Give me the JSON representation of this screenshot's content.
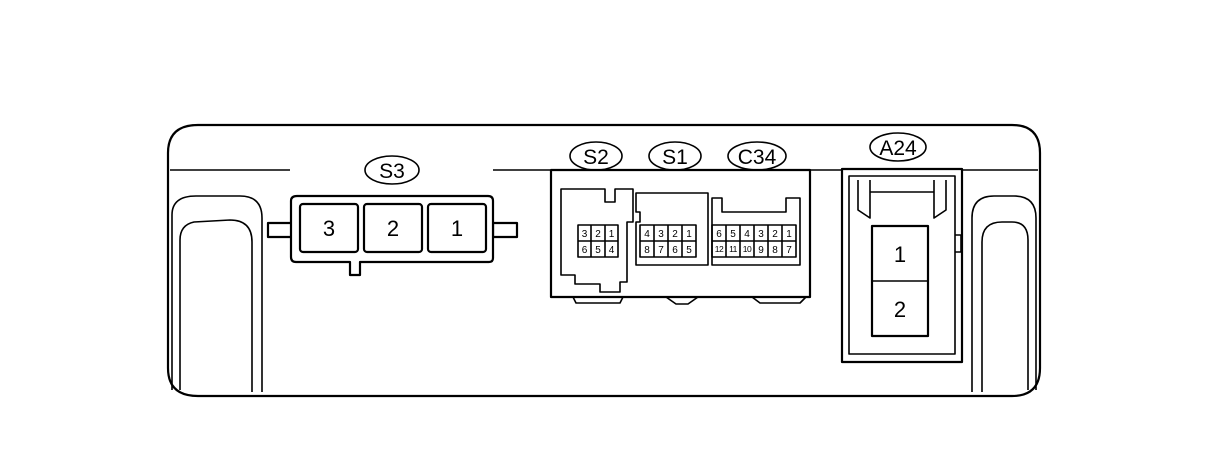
{
  "connectors": {
    "s3": {
      "label": "S3",
      "pins": [
        "3",
        "2",
        "1"
      ]
    },
    "s2": {
      "label": "S2",
      "pins_top": [
        "3",
        "2",
        "1"
      ],
      "pins_bottom": [
        "6",
        "5",
        "4"
      ]
    },
    "s1": {
      "label": "S1",
      "pins_top": [
        "4",
        "3",
        "2",
        "1"
      ],
      "pins_bottom": [
        "8",
        "7",
        "6",
        "5"
      ]
    },
    "c34": {
      "label": "C34",
      "pins_top": [
        "6",
        "5",
        "4",
        "3",
        "2",
        "1"
      ],
      "pins_bottom": [
        "12",
        "11",
        "10",
        "9",
        "8",
        "7"
      ]
    },
    "a24": {
      "label": "A24",
      "pins": [
        "1",
        "2"
      ]
    }
  }
}
